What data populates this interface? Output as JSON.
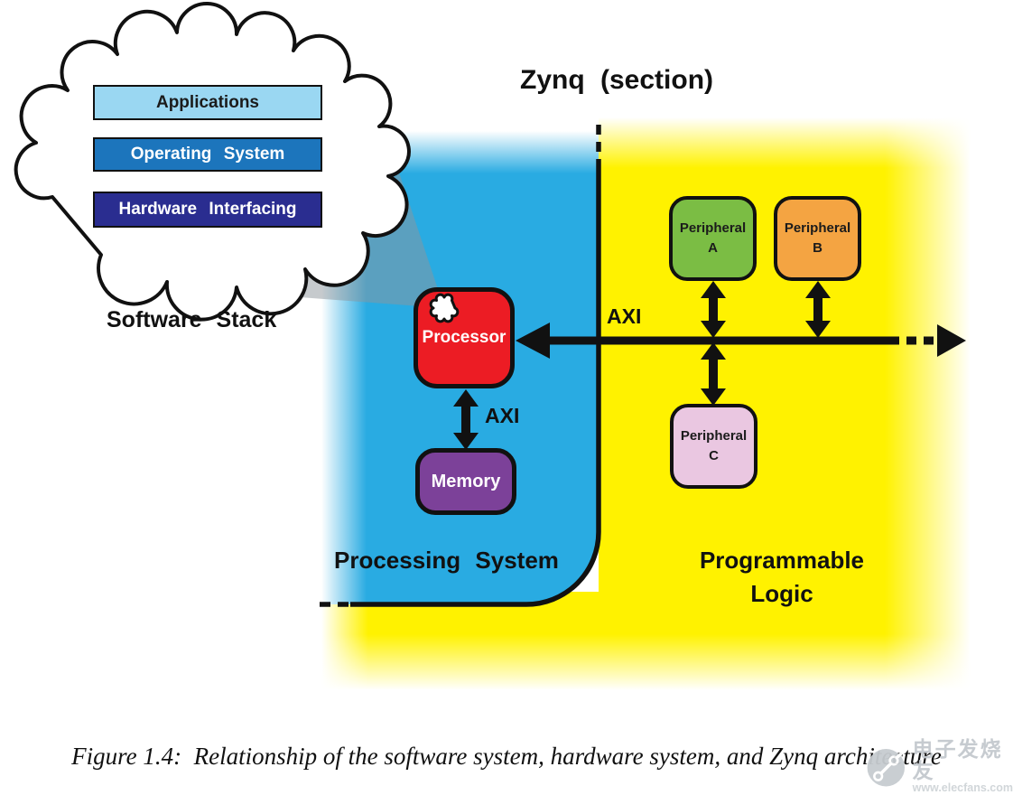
{
  "title": "Zynq (section)",
  "software_stack": {
    "label": "Software Stack",
    "layers": [
      {
        "label": "Applications",
        "bg": "#9AD7F2",
        "fg": "#1b1b1b"
      },
      {
        "label": "Operating System",
        "bg": "#1C75BC",
        "fg": "#FFFFFF"
      },
      {
        "label": "Hardware Interfacing",
        "bg": "#2A2D90",
        "fg": "#FFFFFF"
      }
    ]
  },
  "processing_system": {
    "label": "Processing System",
    "region_color": "#29ABE2",
    "processor": {
      "label": "Processor",
      "bg": "#EC1C24"
    },
    "memory": {
      "label": "Memory",
      "bg": "#7C4199"
    }
  },
  "programmable_logic": {
    "label_line1": "Programmable",
    "label_line2": "Logic",
    "region_color": "#FFF200",
    "peripherals": [
      {
        "label": "Peripheral",
        "letter": "A",
        "bg": "#7BBD44"
      },
      {
        "label": "Peripheral",
        "letter": "B",
        "bg": "#F4A442"
      },
      {
        "label": "Peripheral",
        "letter": "C",
        "bg": "#EAC7E1"
      }
    ]
  },
  "axi": {
    "bus_label": "AXI",
    "processor_memory_label": "AXI"
  },
  "caption": "Figure 1.4:  Relationship of the software system, hardware system, and Zynq architecture",
  "watermark": {
    "name": "电子发烧友",
    "url": "www.elecfans.com"
  }
}
